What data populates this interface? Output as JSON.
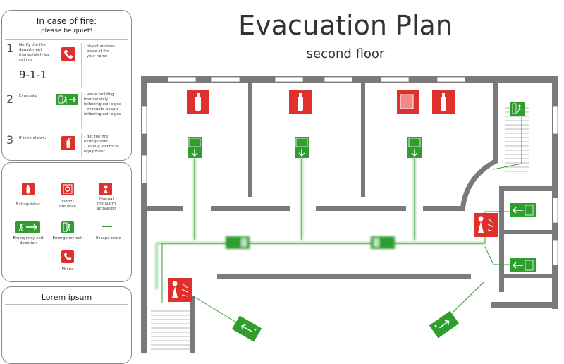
{
  "title": "Evacuation Plan",
  "subtitle": "second floor",
  "fire_panel": {
    "heading": "In case of fire:",
    "subheading": "please be quiet!",
    "steps": [
      {
        "num": "1",
        "text": [
          "Notify the fire",
          "department",
          "immediately by",
          "calling"
        ],
        "phone": "9-1-1",
        "icon": "phone-icon",
        "bullets": [
          "- object address",
          "- place of fire",
          "- your name"
        ]
      },
      {
        "num": "2",
        "text": [
          "Evacuate"
        ],
        "icon": "emergency-exit-icon",
        "bullets": [
          "- leave building",
          "immediately",
          "following exit signs",
          "- evacuate people",
          "following exit signs"
        ]
      },
      {
        "num": "3",
        "text": [
          "If time allows:"
        ],
        "icon": "extinguisher-icon",
        "bullets": [
          "- get the fire",
          "extinguisher",
          "- unplug electrical",
          "equipment"
        ]
      }
    ]
  },
  "legend": {
    "items": [
      {
        "label": "Extinguisher",
        "icon": "extinguisher-icon",
        "color": "#e0302e"
      },
      {
        "label": "Indoor\nfire hose",
        "icon": "fire-hose-icon",
        "color": "#e0302e"
      },
      {
        "label": "Manual\nfire alarm\nactivation",
        "icon": "fire-alarm-icon",
        "color": "#e0302e"
      },
      {
        "label": "Emergency exit\ndirection",
        "icon": "exit-direction-icon",
        "color": "#2f9e2f"
      },
      {
        "label": "Emergency exit",
        "icon": "emergency-exit-icon",
        "color": "#2f9e2f"
      },
      {
        "label": "Escape route",
        "icon": "escape-route-line",
        "color": "#2f9e2f"
      },
      {
        "label": "Phone",
        "icon": "phone-icon",
        "color": "#e0302e"
      }
    ]
  },
  "lorem_panel": {
    "heading": "Lorem ipsum"
  },
  "colors": {
    "red": "#e0302e",
    "green": "#2f9e2f",
    "wall": "#7a7a7a",
    "route": "#8fd18f"
  }
}
